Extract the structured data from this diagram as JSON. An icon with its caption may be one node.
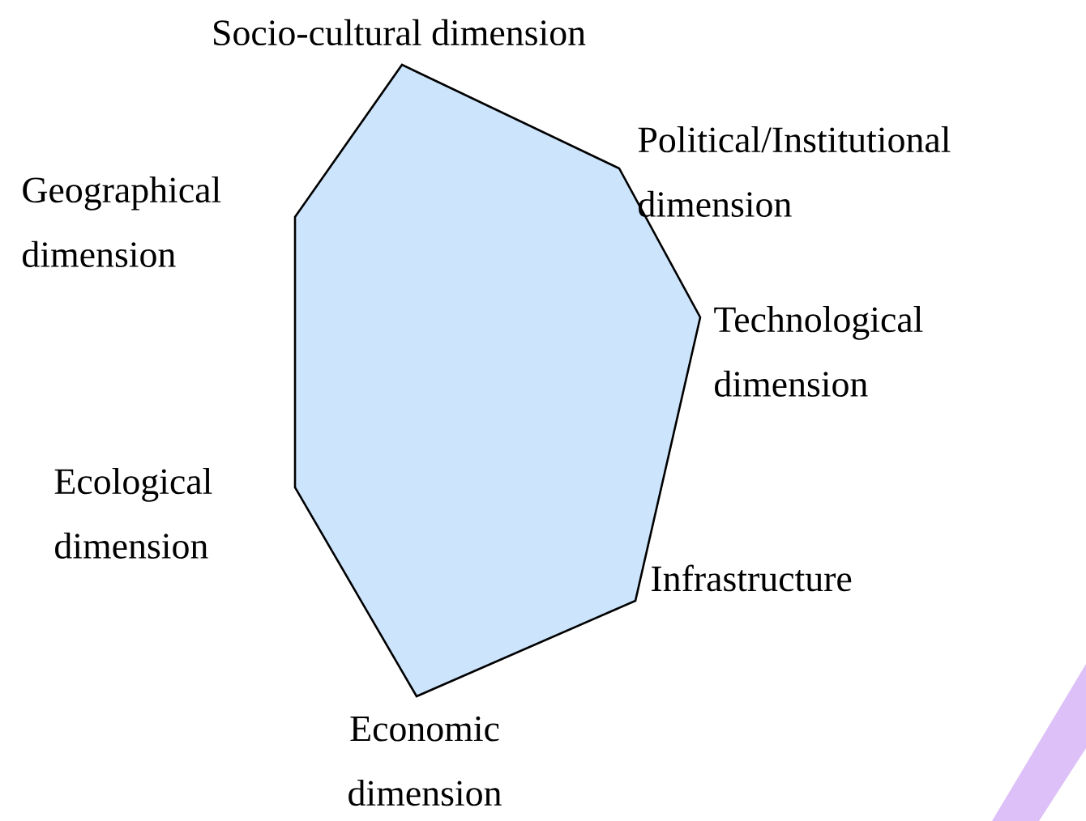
{
  "diagram": {
    "nodes": [
      {
        "text": [],
        "shape": "polygon"
      }
    ],
    "labels": [
      "Socio-cultural dimension",
      "Political/Institutional dimension",
      "Geographical dimension",
      "Technological dimension",
      "Ecological dimension",
      "Infrastructure",
      "Economic dimension"
    ]
  }
}
